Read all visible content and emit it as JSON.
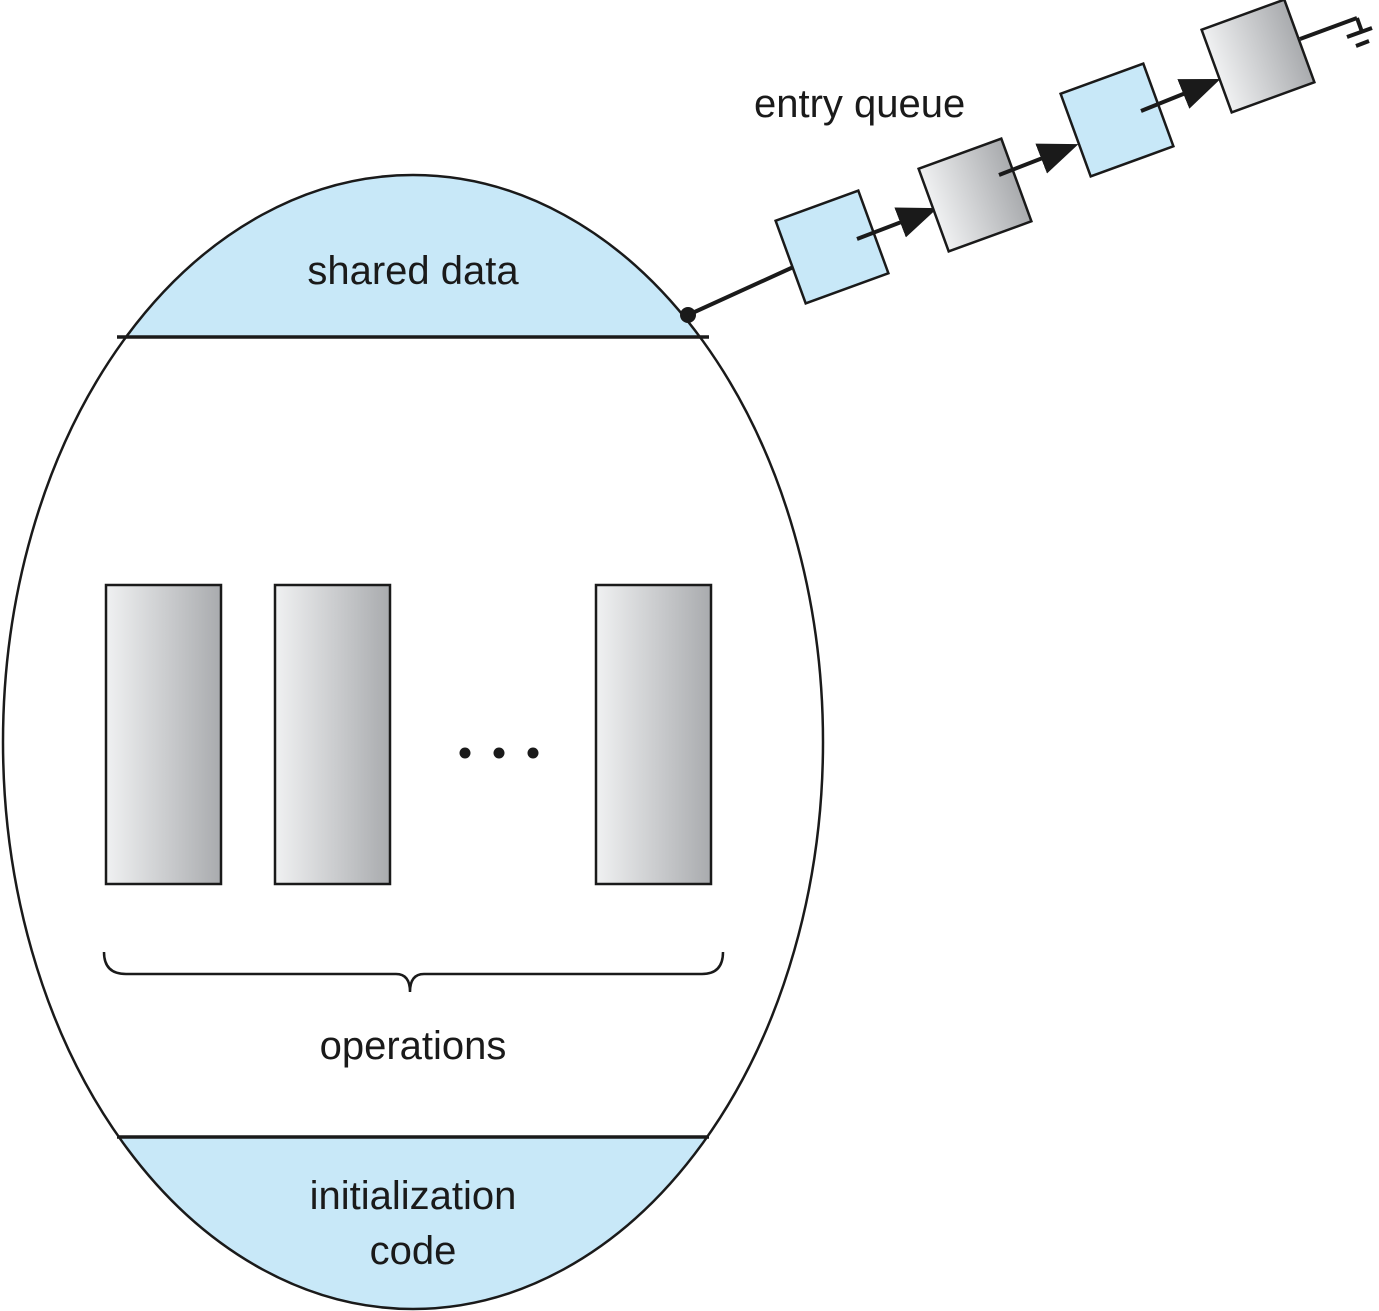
{
  "diagram": {
    "labels": {
      "shared_data": "shared data",
      "entry_queue": "entry queue",
      "operations": "operations",
      "initialization_line1": "initialization",
      "initialization_line2": "code"
    },
    "colors": {
      "section_fill": "#c8e8f8",
      "outline": "#1a1a1a",
      "queue_blue": "#c8e8f8",
      "gray_light": "#f0f1f2",
      "gray_dark": "#a9abae",
      "background": "#ffffff"
    },
    "queue_nodes": [
      "blue",
      "gray",
      "blue",
      "gray"
    ]
  }
}
